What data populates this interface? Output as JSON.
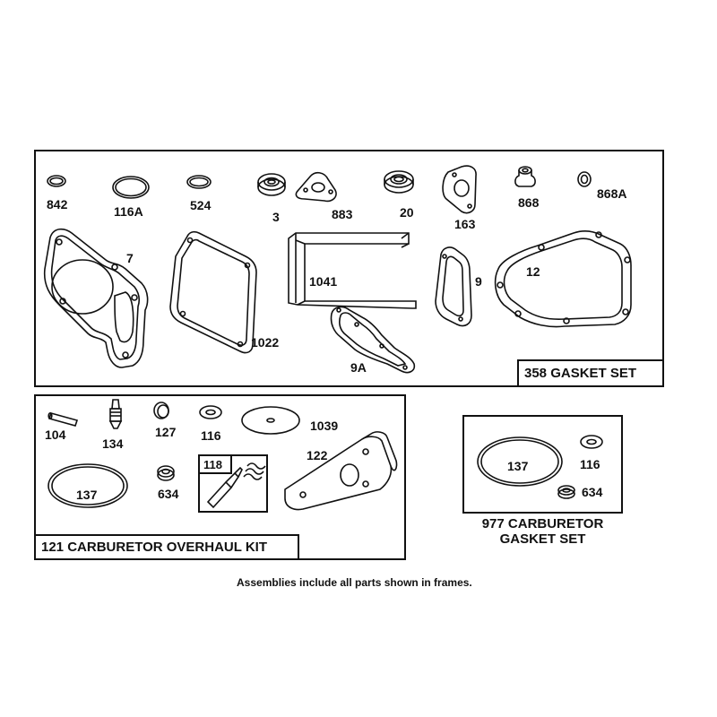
{
  "frames": {
    "gasket_set": {
      "title": "358 GASKET SET"
    },
    "overhaul_kit": {
      "title": "121 CARBURETOR OVERHAUL KIT"
    },
    "carb_gasket_set": {
      "title_line1": "977 CARBURETOR",
      "title_line2": "GASKET SET"
    },
    "sub_118": {
      "title": "118"
    }
  },
  "labels": {
    "p842": "842",
    "p116a": "116A",
    "p524": "524",
    "p3": "3",
    "p883": "883",
    "p20": "20",
    "p163": "163",
    "p868": "868",
    "p868a": "868A",
    "p7": "7",
    "p1022": "1022",
    "p1041": "1041",
    "p9": "9",
    "p9a": "9A",
    "p12": "12",
    "p104": "104",
    "p134": "134",
    "p127": "127",
    "p116": "116",
    "p1039": "1039",
    "p122": "122",
    "p137": "137",
    "p634": "634",
    "p137b": "137",
    "p116b": "116",
    "p634b": "634"
  },
  "caption": "Assemblies include all parts shown in frames."
}
